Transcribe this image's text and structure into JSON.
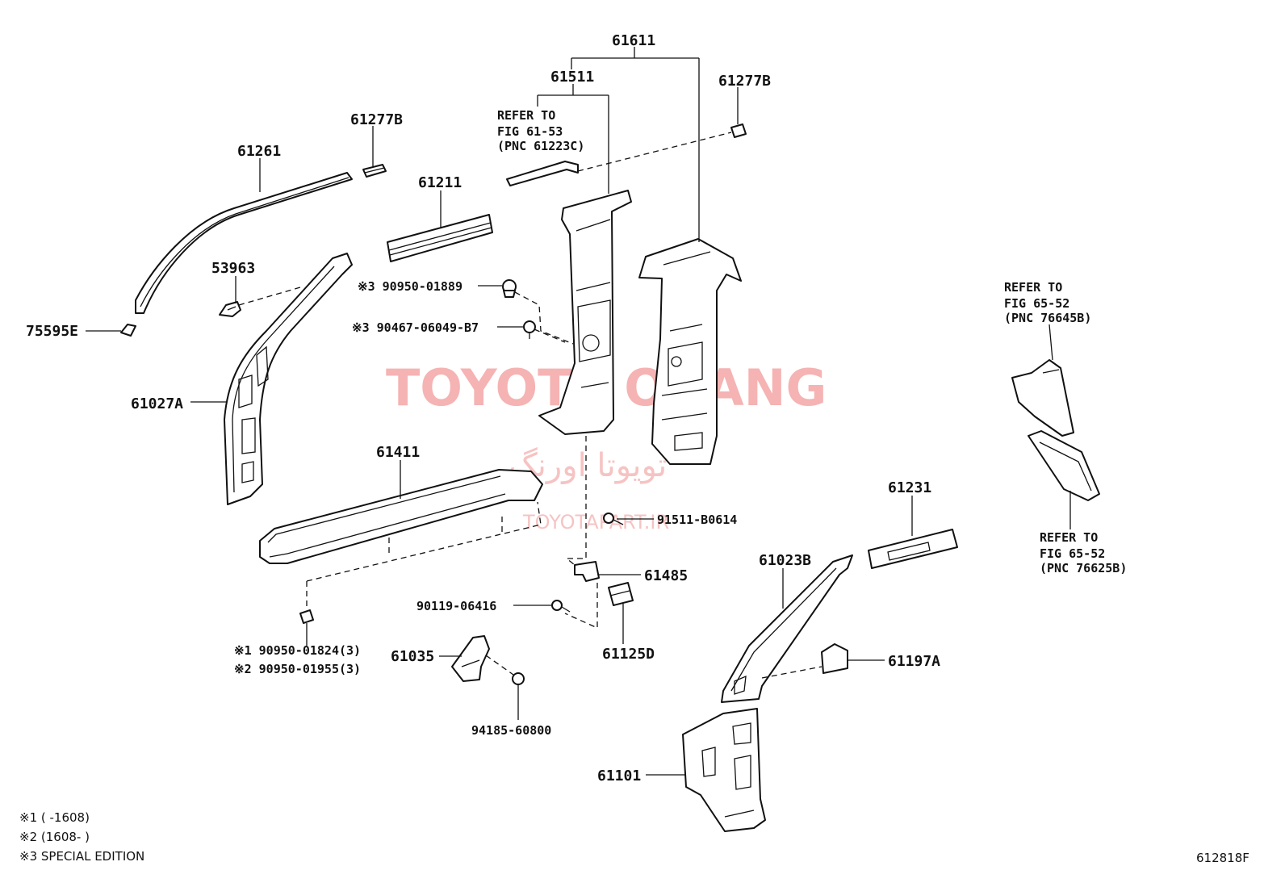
{
  "parts": {
    "p61611": "61611",
    "p61511": "61511",
    "p61277b_top": "61277B",
    "p61277b_left": "61277B",
    "p61261": "61261",
    "p61211": "61211",
    "p53963": "53963",
    "p75595e": "75595E",
    "p61027a": "61027A",
    "p90950_01889": "※3 90950-01889",
    "p90467": "※3 90467-06049-B7",
    "p61411": "61411",
    "p91511": "91511-B0614",
    "p61485": "61485",
    "p90119": "90119-06416",
    "p61125d": "61125D",
    "p61035": "61035",
    "p94185": "94185-60800",
    "p90950_01824": "※1 90950-01824(3)",
    "p90950_01955": "※2 90950-01955(3)",
    "p61231": "61231",
    "p61023b": "61023B",
    "p61197a": "61197A",
    "p61101": "61101"
  },
  "refs": {
    "ref1": [
      "REFER TO",
      "FIG 61-53",
      "(PNC 61223C)"
    ],
    "ref2": [
      "REFER TO",
      "FIG 65-52",
      "(PNC 76645B)"
    ],
    "ref3": [
      "REFER TO",
      "FIG 65-52",
      "(PNC 76625B)"
    ]
  },
  "notes": [
    "※1 (       -1608)",
    "※2 (1608-       )",
    "※3 SPECIAL EDITION"
  ],
  "figure_code": "612818F",
  "watermark": {
    "en": "TOYOTA ORANG",
    "fa": "تویوتا اورنگ",
    "site": "TOYOTAPART.IR"
  },
  "colors": {
    "watermark": "#f08b8b",
    "line": "#111111"
  }
}
